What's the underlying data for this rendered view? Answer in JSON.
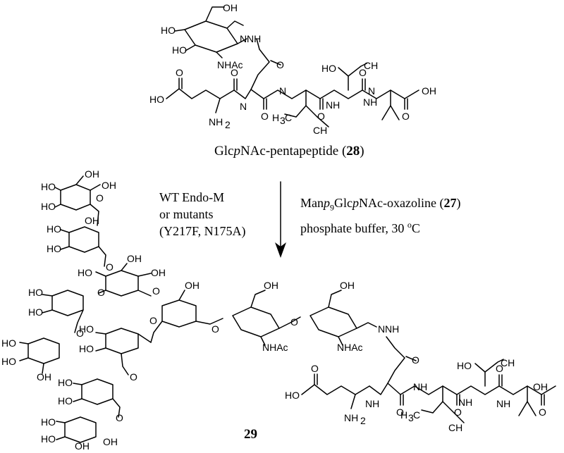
{
  "compound28": {
    "name_prefix": "Glc",
    "name_p": "p",
    "name_suffix": "NAc-pentapeptide (",
    "number": "28",
    "close": ")"
  },
  "enzyme": {
    "line1": "WT Endo-M",
    "line2": "or mutants",
    "line3": "(Y217F, N175A)"
  },
  "reagent": {
    "man": "Man",
    "p1": "p",
    "n9": "9",
    "glc": "Glc",
    "p2": "p",
    "rest": "NAc-oxazoline (",
    "number": "27",
    "close": ")",
    "buffer": "phosphate buffer, 30 ",
    "deg": "o",
    "unit": "C"
  },
  "compound29": {
    "number": "29"
  },
  "atom_labels": {
    "oh": "OH",
    "ho": "HO",
    "ho_long": "HO",
    "nh": "NH",
    "nh_h": "N",
    "nhac": "NHAc",
    "nh2": "NH",
    "two": "2",
    "o": "O",
    "h3c": "H",
    "three": "3",
    "c": "C",
    "ch3": "CH"
  }
}
